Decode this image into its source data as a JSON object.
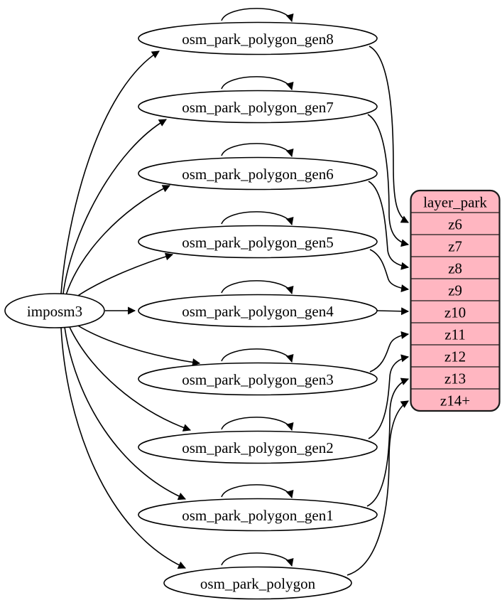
{
  "diagram": {
    "kind": "graphviz-digraph",
    "source_node": {
      "label": "imposm3"
    },
    "generalized_tables": [
      {
        "label": "osm_park_polygon_gen8",
        "feeds_zoom": "z6"
      },
      {
        "label": "osm_park_polygon_gen7",
        "feeds_zoom": "z7"
      },
      {
        "label": "osm_park_polygon_gen6",
        "feeds_zoom": "z8"
      },
      {
        "label": "osm_park_polygon_gen5",
        "feeds_zoom": "z9"
      },
      {
        "label": "osm_park_polygon_gen4",
        "feeds_zoom": "z10"
      },
      {
        "label": "osm_park_polygon_gen3",
        "feeds_zoom": "z11"
      },
      {
        "label": "osm_park_polygon_gen2",
        "feeds_zoom": "z12"
      },
      {
        "label": "osm_park_polygon_gen1",
        "feeds_zoom": "z13"
      },
      {
        "label": "osm_park_polygon",
        "feeds_zoom": "z14+"
      }
    ],
    "layer_table": {
      "title": "layer_park",
      "rows": [
        "z6",
        "z7",
        "z8",
        "z9",
        "z10",
        "z11",
        "z12",
        "z13",
        "z14+"
      ]
    },
    "edges": [
      {
        "from": "imposm3",
        "to": "osm_park_polygon_gen8"
      },
      {
        "from": "imposm3",
        "to": "osm_park_polygon_gen7"
      },
      {
        "from": "imposm3",
        "to": "osm_park_polygon_gen6"
      },
      {
        "from": "imposm3",
        "to": "osm_park_polygon_gen5"
      },
      {
        "from": "imposm3",
        "to": "osm_park_polygon_gen4"
      },
      {
        "from": "imposm3",
        "to": "osm_park_polygon_gen3"
      },
      {
        "from": "imposm3",
        "to": "osm_park_polygon_gen2"
      },
      {
        "from": "imposm3",
        "to": "osm_park_polygon_gen1"
      },
      {
        "from": "imposm3",
        "to": "osm_park_polygon"
      },
      {
        "from": "osm_park_polygon_gen8",
        "to": "osm_park_polygon_gen8"
      },
      {
        "from": "osm_park_polygon_gen7",
        "to": "osm_park_polygon_gen7"
      },
      {
        "from": "osm_park_polygon_gen6",
        "to": "osm_park_polygon_gen6"
      },
      {
        "from": "osm_park_polygon_gen5",
        "to": "osm_park_polygon_gen5"
      },
      {
        "from": "osm_park_polygon_gen4",
        "to": "osm_park_polygon_gen4"
      },
      {
        "from": "osm_park_polygon_gen3",
        "to": "osm_park_polygon_gen3"
      },
      {
        "from": "osm_park_polygon_gen2",
        "to": "osm_park_polygon_gen2"
      },
      {
        "from": "osm_park_polygon_gen1",
        "to": "osm_park_polygon_gen1"
      },
      {
        "from": "osm_park_polygon",
        "to": "osm_park_polygon"
      },
      {
        "from": "osm_park_polygon_gen8",
        "to": "layer_park:z6"
      },
      {
        "from": "osm_park_polygon_gen7",
        "to": "layer_park:z7"
      },
      {
        "from": "osm_park_polygon_gen6",
        "to": "layer_park:z8"
      },
      {
        "from": "osm_park_polygon_gen5",
        "to": "layer_park:z9"
      },
      {
        "from": "osm_park_polygon_gen4",
        "to": "layer_park:z10"
      },
      {
        "from": "osm_park_polygon_gen3",
        "to": "layer_park:z11"
      },
      {
        "from": "osm_park_polygon_gen2",
        "to": "layer_park:z12"
      },
      {
        "from": "osm_park_polygon_gen1",
        "to": "layer_park:z13"
      },
      {
        "from": "osm_park_polygon",
        "to": "layer_park:z14+"
      }
    ],
    "colors": {
      "table_fill": "#ffb6c1",
      "node_fill": "#ffffff",
      "stroke": "#000000",
      "background": "#ffffff"
    }
  }
}
